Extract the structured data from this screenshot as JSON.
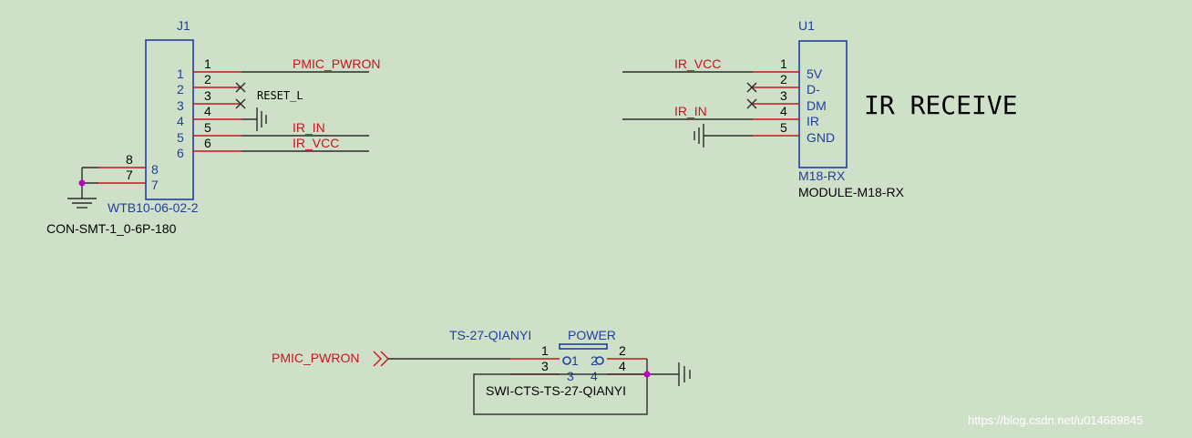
{
  "j1": {
    "ref": "J1",
    "value": "WTB10-06-02-2",
    "footprint": "CON-SMT-1_0-6P-180",
    "inner_pins": [
      "1",
      "2",
      "3",
      "4",
      "5",
      "6",
      "8",
      "7"
    ],
    "outer_pins": [
      "1",
      "2",
      "3",
      "4",
      "5",
      "6",
      "8",
      "7"
    ],
    "net_pwron": "PMIC_PWRON",
    "net_reset": "RESET_L",
    "net_irin": "IR_IN",
    "net_irvcc": "IR_VCC"
  },
  "u1": {
    "ref": "U1",
    "part": "M18-RX",
    "value": "MODULE-M18-RX",
    "pin_names": [
      "5V",
      "D-",
      "DM",
      "IR",
      "GND"
    ],
    "pin_numbers": [
      "1",
      "2",
      "3",
      "4",
      "5"
    ],
    "net_vcc": "IR_VCC",
    "net_in": "IR_IN",
    "title": "IR RECEIVE"
  },
  "sw": {
    "part": "TS-27-QIANYI",
    "label": "POWER",
    "value": "SWI-CTS-TS-27-QIANYI",
    "net": "PMIC_PWRON",
    "outer_pins": [
      "1",
      "3",
      "2",
      "4"
    ],
    "inner_pins": [
      "1",
      "2",
      "3",
      "4"
    ]
  },
  "watermark": "https://blog.csdn.net/u014689845",
  "colors": {
    "background": "#cfe0c8",
    "wire": "#c8141e",
    "body": "#1f3fa0",
    "junction": "#c000c0"
  }
}
